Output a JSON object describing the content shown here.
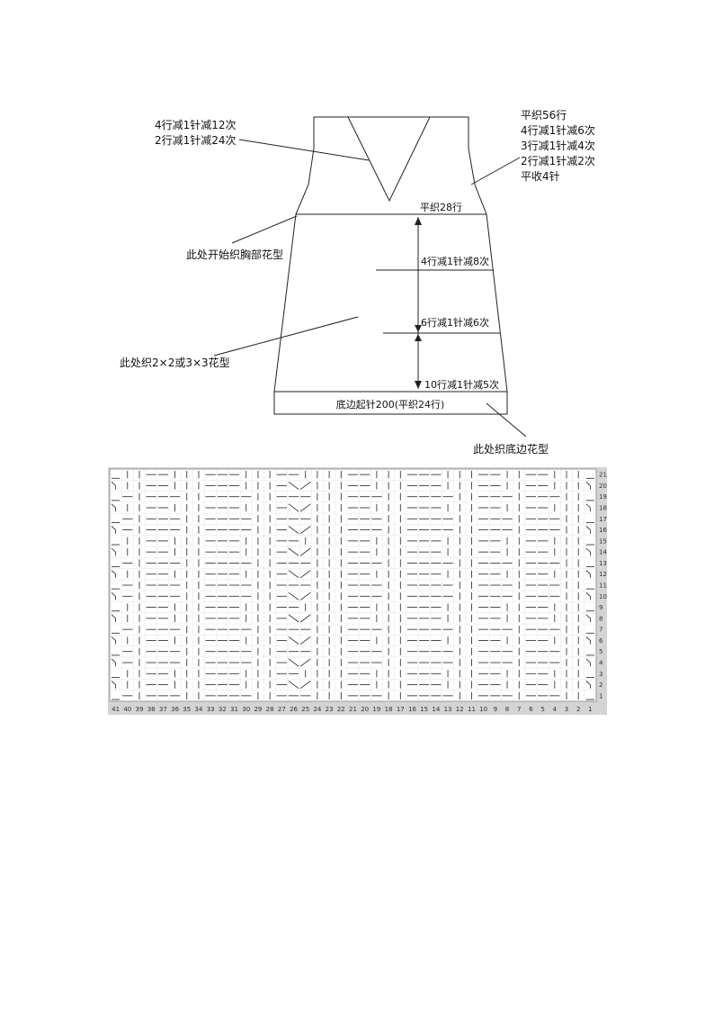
{
  "schematic": {
    "neck_shaping": [
      "4行减1针减12次",
      "2行减1针减24次"
    ],
    "armhole_shaping": [
      "平织56行",
      "4行减1针减6次",
      "3行减1针减4次",
      "2行减1针减2次",
      "平收4针"
    ],
    "chest_straight": "平织28行",
    "chest_pattern_start": "此处开始织胸部花型",
    "side_dec_upper": "4行减1针减8次",
    "side_dec_middle": "6行减1针减6次",
    "side_dec_lower": "10行减1针减5次",
    "body_pattern": "此处织2×2或3×3花型",
    "hem": "底边起针200(平织24行)",
    "hem_pattern": "此处织底边花型"
  },
  "stitch_chart": {
    "columns": 41,
    "rows": 21,
    "column_numbers": [
      "41",
      "40",
      "39",
      "38",
      "37",
      "36",
      "35",
      "34",
      "33",
      "32",
      "31",
      "30",
      "29",
      "28",
      "27",
      "26",
      "25",
      "24",
      "23",
      "22",
      "21",
      "20",
      "19",
      "18",
      "17",
      "16",
      "15",
      "14",
      "13",
      "12",
      "11",
      "10",
      "9",
      "8",
      "7",
      "6",
      "5",
      "4",
      "3",
      "2",
      "1"
    ],
    "row_numbers": [
      "1",
      "2",
      "3",
      "4",
      "5",
      "6",
      "7",
      "8",
      "9",
      "10",
      "11",
      "12",
      "13",
      "14",
      "15",
      "16",
      "17",
      "18",
      "19",
      "20",
      "21"
    ],
    "purl_pattern": [
      [
        4,
        5,
        6,
        8,
        9,
        10,
        13,
        14,
        15,
        16,
        19,
        20,
        21,
        25,
        26,
        27,
        30,
        31,
        32,
        33,
        36,
        37,
        38,
        40,
        41
      ],
      [
        5,
        6,
        9,
        10,
        14,
        15,
        16,
        20,
        21,
        26,
        27,
        31,
        32,
        33,
        37,
        38,
        41
      ],
      [
        5,
        6,
        9,
        10,
        14,
        15,
        16,
        20,
        21,
        26,
        27,
        31,
        32,
        33,
        37,
        38,
        41
      ],
      [
        4,
        5,
        6,
        8,
        9,
        10,
        13,
        14,
        15,
        16,
        19,
        20,
        21,
        25,
        26,
        27,
        30,
        31,
        32,
        33,
        36,
        37,
        38,
        40,
        41
      ],
      [
        4,
        5,
        6,
        8,
        9,
        10,
        13,
        14,
        15,
        16,
        19,
        20,
        21,
        25,
        26,
        27,
        30,
        31,
        32,
        33,
        36,
        37,
        38,
        40,
        41
      ],
      [
        5,
        6,
        9,
        10,
        14,
        15,
        16,
        20,
        21,
        26,
        27,
        31,
        32,
        33,
        37,
        38,
        41
      ]
    ],
    "pattern_start_row": [
      1,
      2,
      3,
      4,
      5,
      6,
      1,
      2,
      3,
      4,
      5,
      6,
      1,
      2,
      3,
      4,
      5,
      6,
      1,
      2,
      3
    ],
    "cable_rows": [
      2,
      4,
      6,
      8,
      10,
      12,
      14,
      16,
      18,
      20
    ],
    "cable_columns": [
      23,
      24,
      25,
      26,
      27
    ]
  }
}
